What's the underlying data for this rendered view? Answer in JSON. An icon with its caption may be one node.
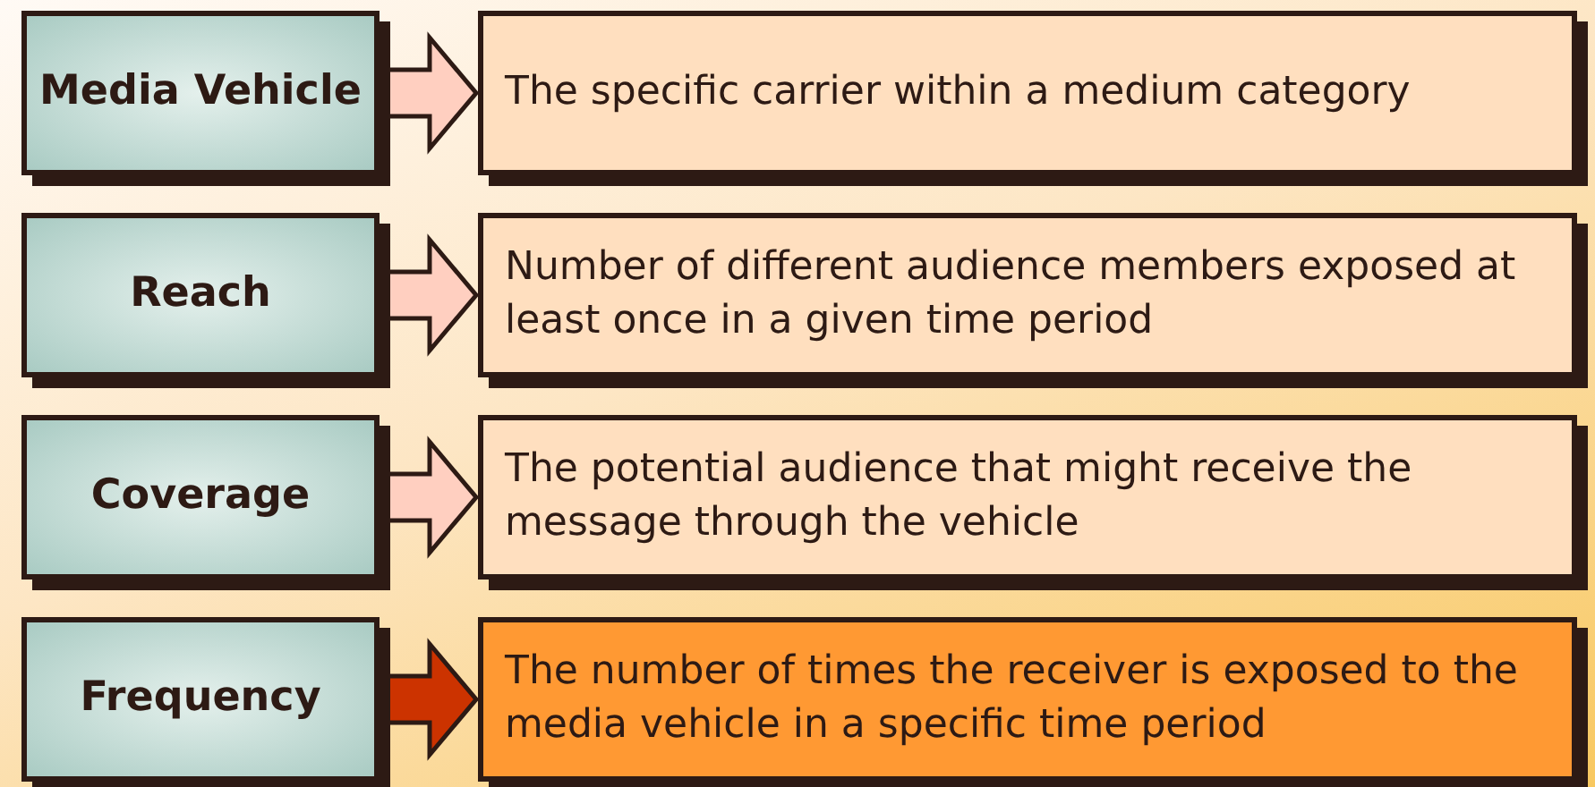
{
  "diagram": {
    "nodes": [
      {
        "text": [
          "Media Vehicle"
        ]
      },
      {
        "text": [
          "The specific carrier within a medium category"
        ]
      },
      {
        "text": [
          "Reach"
        ]
      },
      {
        "text": [
          "Number of different audience members exposed at least once in a given time period"
        ]
      },
      {
        "text": [
          "Coverage"
        ]
      },
      {
        "text": [
          "The potential audience that might receive the message through the vehicle"
        ]
      },
      {
        "text": [
          "Frequency"
        ]
      },
      {
        "text": [
          "The number of times the receiver is exposed to the media vehicle in a specific time period"
        ]
      }
    ],
    "edges": [
      {
        "from": 0,
        "to": 1,
        "arrow": "to"
      },
      {
        "from": 2,
        "to": 3,
        "arrow": "to"
      },
      {
        "from": 4,
        "to": 5,
        "arrow": "to"
      },
      {
        "from": 6,
        "to": 7,
        "arrow": "to",
        "color": "#cc3300"
      }
    ]
  }
}
